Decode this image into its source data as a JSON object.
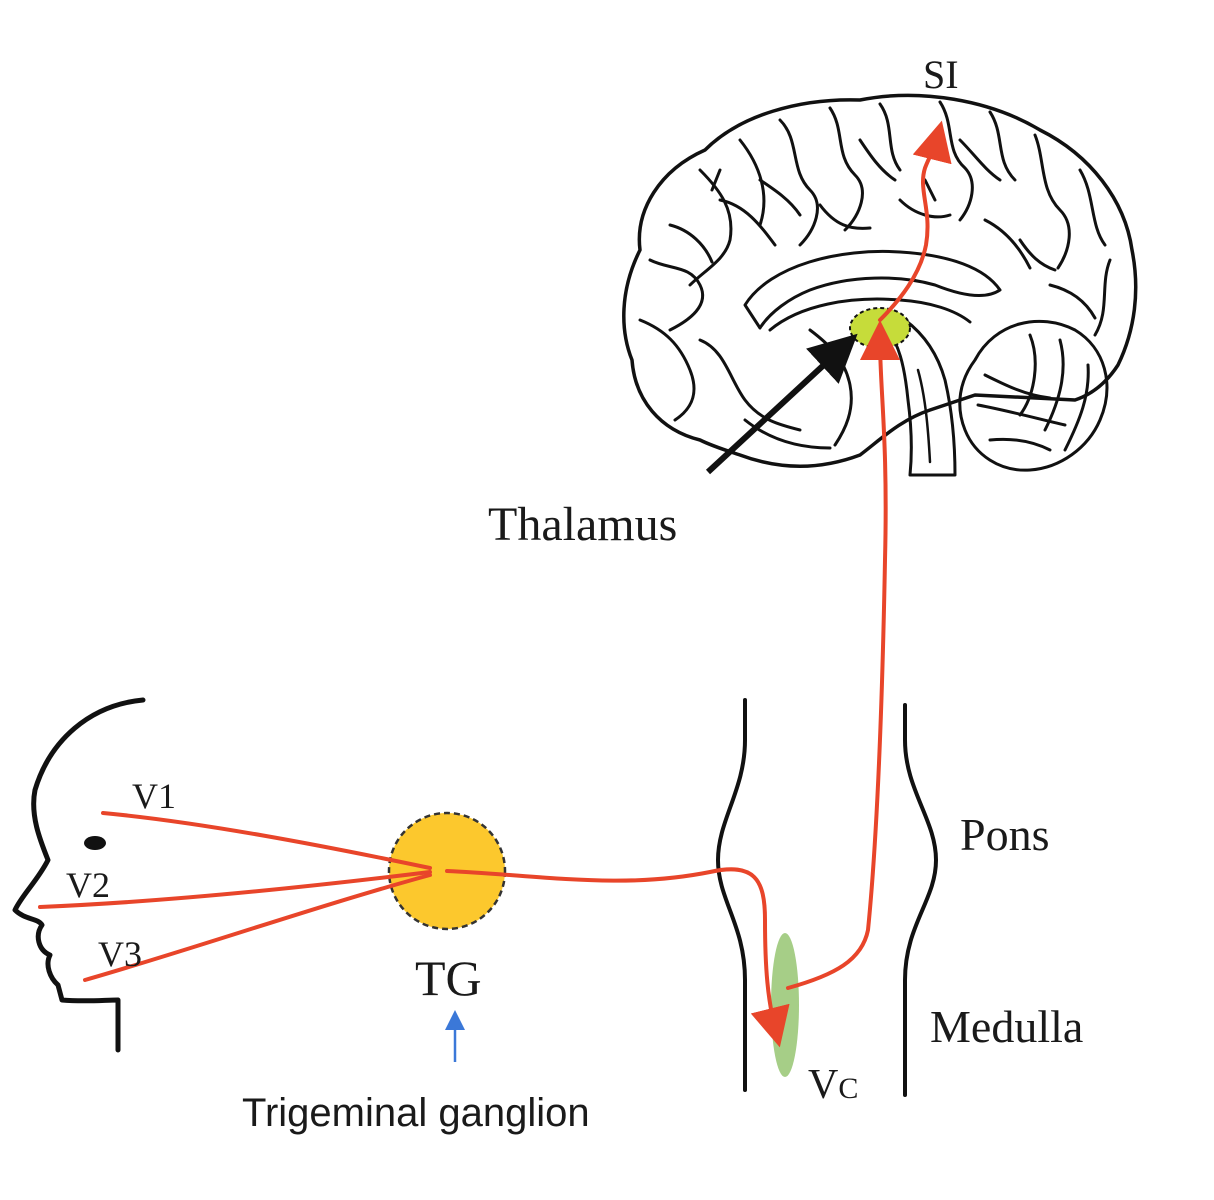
{
  "labels": {
    "si": "SI",
    "thalamus": "Thalamus",
    "pons": "Pons",
    "medulla": "Medulla",
    "vc_main": "V",
    "vc_sub": "C",
    "tg": "TG",
    "trigeminal_ganglion": "Trigeminal ganglion",
    "v1": "V1",
    "v2": "V2",
    "v3": "V3"
  },
  "colors": {
    "pathway": "#e8452a",
    "ganglion_fill": "#fcc82d",
    "thalamus_fill": "#c6dc3a",
    "vc_fill": "#9cc97a",
    "pointer_arrow": "#3b78d8",
    "thalamus_pointer": "#111111"
  },
  "icons": {
    "brain": "brain-sagittal-icon",
    "face": "face-profile-icon",
    "brainstem": "brainstem-outline-icon"
  }
}
